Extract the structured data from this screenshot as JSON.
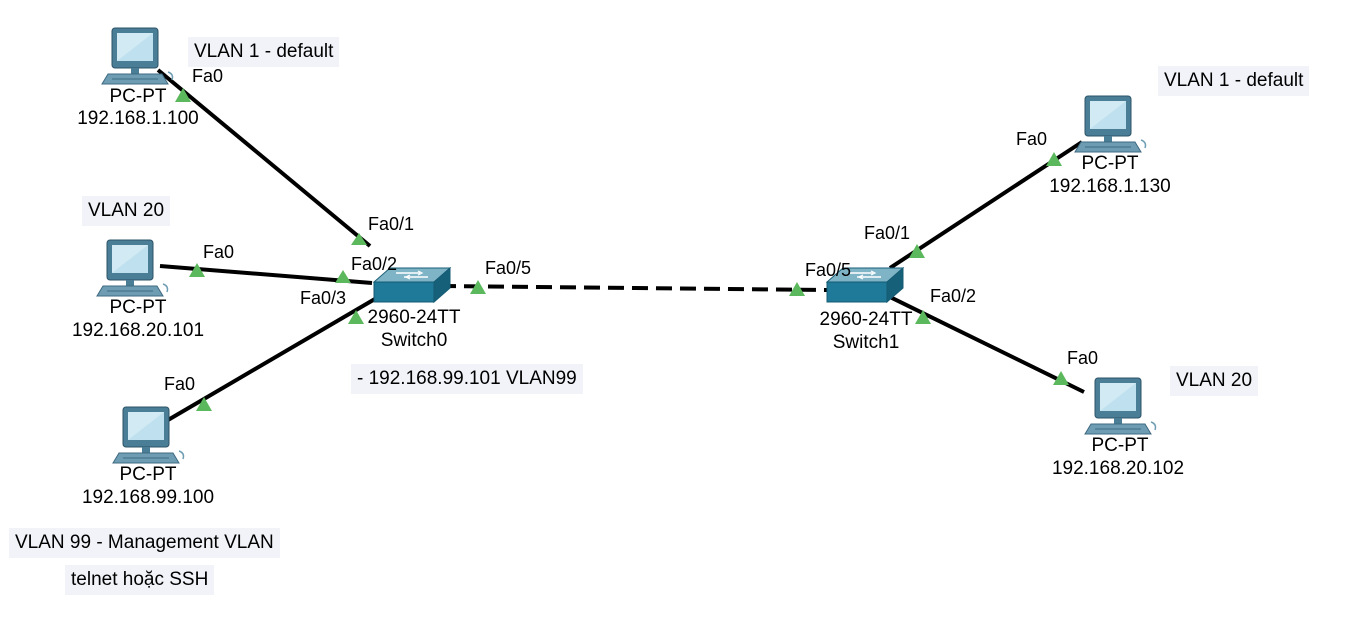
{
  "colors": {
    "link": "#000000",
    "port_up": "#5cb85c",
    "switch_body": "#1f7a99",
    "switch_top": "#7fb4c7",
    "note_bg": "#f1f3f8"
  },
  "notes": {
    "pc0_vlan": "VLAN 1 - default",
    "pc1_vlan": "VLAN 20",
    "mgmt_vlan": "VLAN 99 - Management VLAN",
    "mgmt_access": "telnet hoặc SSH",
    "switch0_ip": "- 192.168.99.101 VLAN99",
    "pc3_vlan": "VLAN 1 - default",
    "pc4_vlan": "VLAN 20"
  },
  "devices": {
    "pc0": {
      "model": "PC-PT",
      "ip": "192.168.1.100",
      "icon": "desktop-pc-icon"
    },
    "pc1": {
      "model": "PC-PT",
      "ip": "192.168.20.101",
      "icon": "desktop-pc-icon"
    },
    "pc2": {
      "model": "PC-PT",
      "ip": "192.168.99.100",
      "icon": "desktop-pc-icon"
    },
    "pc3": {
      "model": "PC-PT",
      "ip": "192.168.1.130",
      "icon": "desktop-pc-icon"
    },
    "pc4": {
      "model": "PC-PT",
      "ip": "192.168.20.102",
      "icon": "desktop-pc-icon"
    },
    "switch0": {
      "model": "2960-24TT",
      "name": "Switch0",
      "icon": "switch-icon"
    },
    "switch1": {
      "model": "2960-24TT",
      "name": "Switch1",
      "icon": "switch-icon"
    }
  },
  "links": [
    {
      "from": "pc0",
      "from_port": "Fa0",
      "to": "switch0",
      "to_port": "Fa0/1",
      "style": "solid"
    },
    {
      "from": "pc1",
      "from_port": "Fa0",
      "to": "switch0",
      "to_port": "Fa0/2",
      "style": "solid"
    },
    {
      "from": "pc2",
      "from_port": "Fa0",
      "to": "switch0",
      "to_port": "Fa0/3",
      "style": "solid"
    },
    {
      "from": "switch0",
      "from_port": "Fa0/5",
      "to": "switch1",
      "to_port": "Fa0/5",
      "style": "dashed"
    },
    {
      "from": "switch1",
      "from_port": "Fa0/1",
      "to": "pc3",
      "to_port": "Fa0",
      "style": "solid"
    },
    {
      "from": "switch1",
      "from_port": "Fa0/2",
      "to": "pc4",
      "to_port": "Fa0",
      "style": "solid"
    }
  ]
}
